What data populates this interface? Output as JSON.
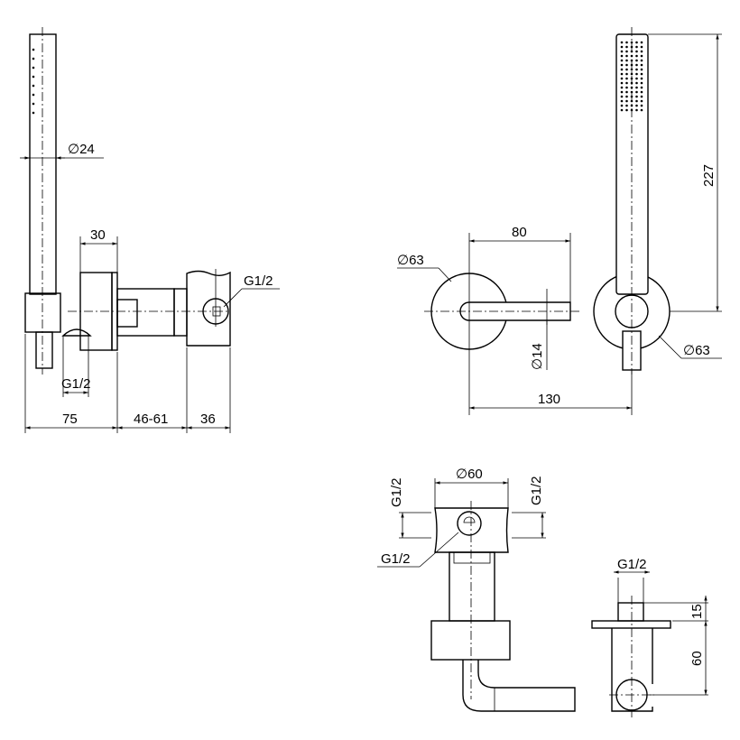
{
  "side_view": {
    "dia_handshower": "∅24",
    "width_bracket": "30",
    "thread_body": "G1/2",
    "thread_outlet": "G1/2",
    "depth_bracket": "75",
    "depth_sleeve": "46-61",
    "depth_body": "36"
  },
  "front_view": {
    "lever_length": "80",
    "dia_rosette_left": "∅63",
    "dia_lever": "∅14",
    "centers_distance": "130",
    "handshower_height": "227",
    "dia_rosette_right": "∅63"
  },
  "body_view": {
    "dia_body": "∅60",
    "thread_left": "G1/2",
    "thread_right": "G1/2",
    "thread_center": "G1/2"
  },
  "outlet_view": {
    "thread": "G1/2",
    "nipple_length": "15",
    "depth": "60"
  }
}
